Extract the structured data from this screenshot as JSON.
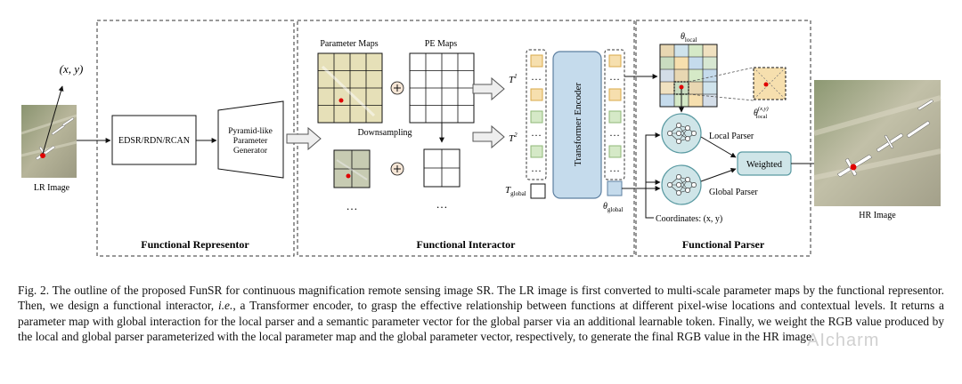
{
  "figure": {
    "coord_label": "(x, y)",
    "lr_image_label": "LR Image",
    "hr_image_label": "HR Image",
    "encoder_label": "EDSR/RDN/RCAN",
    "generator_label_1": "Pyramid-like",
    "generator_label_2": "Parameter",
    "generator_label_3": "Generator",
    "param_maps_label": "Parameter Maps",
    "pe_maps_label": "PE Maps",
    "downsampling_label": "Downsampling",
    "ellipsis": "…",
    "t1_label": "T",
    "t1_sup": "1",
    "t2_label": "T",
    "t2_sup": "2",
    "tglobal_label": "T",
    "tglobal_sub": "global",
    "transformer_label": "Transformer Encoder",
    "theta_local_label": "θ",
    "theta_local_sub": "local",
    "theta_local_xy_sup": "(x,y)",
    "theta_global_label": "θ",
    "theta_global_sub": "global",
    "local_parser_label": "Local Parser",
    "global_parser_label": "Global Parser",
    "weighted_label": "Weighted",
    "coordinates_label": "Coordinates: (x, y)",
    "section_representor": "Functional Representor",
    "section_interactor": "Functional Interactor",
    "section_parser": "Functional Parser"
  },
  "caption": {
    "prefix": "Fig. 2.  The outline of the proposed FunSR for continuous magnification remote sensing image SR. The LR image is first converted to multi-scale parameter maps by the functional representor. Then, we design a functional interactor, ",
    "ie": "i.e.",
    "suffix": ", a Transformer encoder, to grasp the effective relationship between functions at different pixel-wise locations and contextual levels. It returns a parameter map with global interaction for the local parser and a semantic parameter vector for the global parser via an additional learnable token. Finally, we weight the RGB value produced by the local and global parser parameterized with the local parameter map and the global parameter vector, respectively, to generate the final RGB value in the HR image."
  },
  "watermark": "AIcharm",
  "colors": {
    "teal_box": "#5a9aa2",
    "teal_fill": "#cfe5e8",
    "token_orange": "#f6dfae",
    "token_orange_border": "#d8a94a",
    "token_green": "#d5e9c7",
    "token_green_border": "#8fb877",
    "token_blue": "#c5dbec",
    "param_map_fill": "#e6e0b8",
    "red_dot": "#e00000"
  }
}
